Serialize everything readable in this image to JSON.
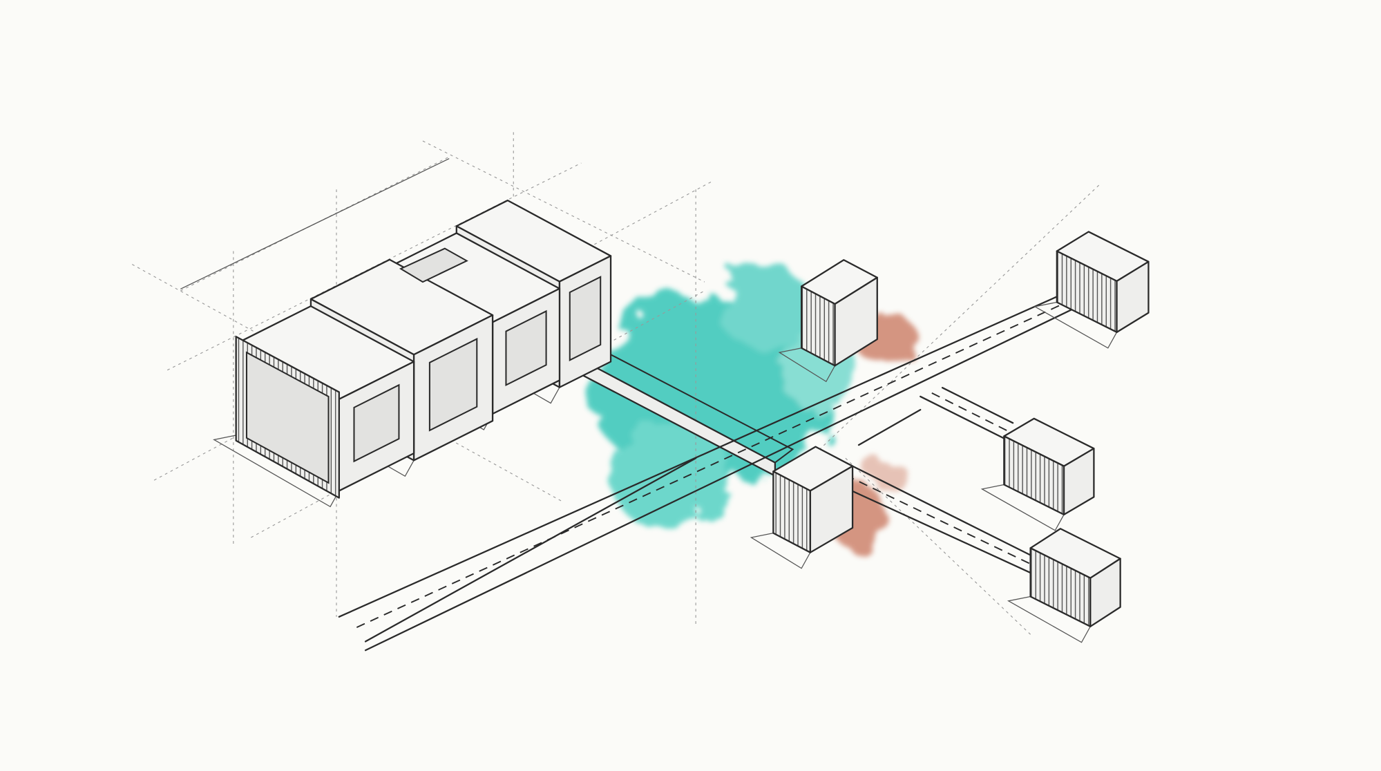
{
  "colors": {
    "paper": "#fbfbf8",
    "ink": "#2a2a2a",
    "watercolor_teal": "#2ec4b6",
    "watercolor_terracotta": "#c8735a"
  },
  "icons": [
    "main-module",
    "connector-road",
    "cross-road",
    "branch-road",
    "small-box"
  ]
}
